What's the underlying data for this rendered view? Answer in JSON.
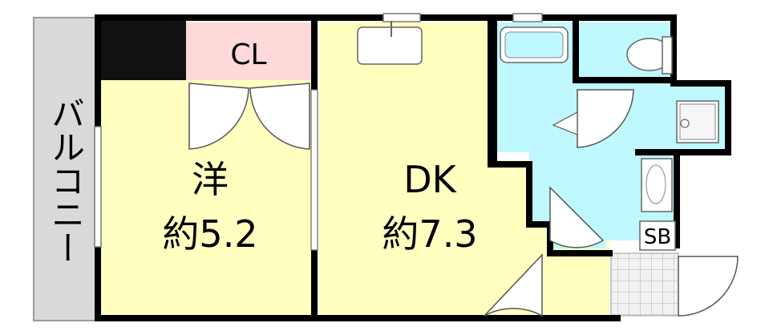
{
  "rooms": {
    "balcony": {
      "label": "バルコニー",
      "color": "#d9d9d9"
    },
    "western": {
      "name": "洋",
      "size": "約5.2",
      "color": "#ffffc0"
    },
    "closet": {
      "label": "CL",
      "color": "#ffd9d9"
    },
    "dining_kitchen": {
      "name": "DK",
      "size": "約7.3",
      "color": "#ffffc0"
    },
    "bath": {
      "color": "#bff8ff"
    },
    "shoe_box": {
      "label": "SB"
    },
    "entrance": {
      "color": "#f0f0f0"
    }
  },
  "colors": {
    "wall": "#000000",
    "fixture_outline": "#666666"
  }
}
